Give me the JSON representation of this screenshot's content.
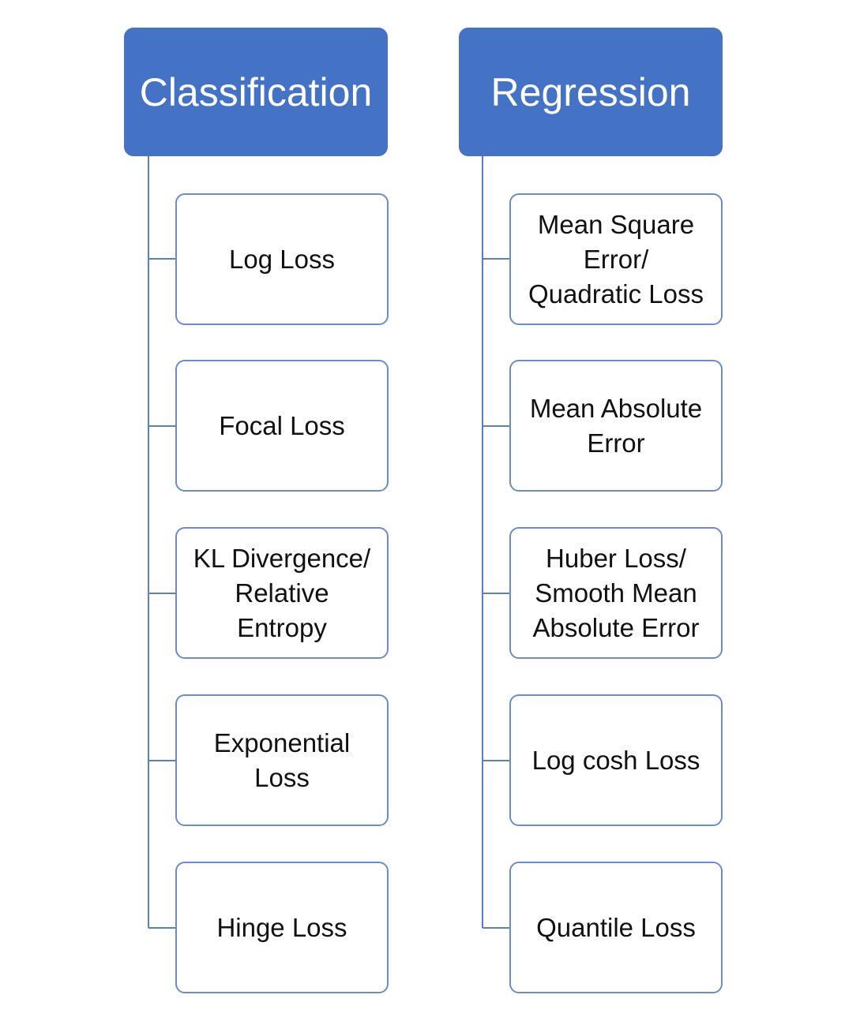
{
  "classification": {
    "title": "Classification",
    "items": [
      {
        "lines": [
          "Log Loss"
        ]
      },
      {
        "lines": [
          "Focal Loss"
        ]
      },
      {
        "lines": [
          "KL Divergence/",
          "Relative",
          "Entropy"
        ]
      },
      {
        "lines": [
          "Exponential",
          "Loss"
        ]
      },
      {
        "lines": [
          "Hinge Loss"
        ]
      }
    ]
  },
  "regression": {
    "title": "Regression",
    "items": [
      {
        "lines": [
          "Mean Square",
          "Error/",
          "Quadratic Loss"
        ]
      },
      {
        "lines": [
          "Mean Absolute",
          "Error"
        ]
      },
      {
        "lines": [
          "Huber Loss/",
          "Smooth Mean",
          "Absolute Error"
        ]
      },
      {
        "lines": [
          "Log cosh Loss"
        ]
      },
      {
        "lines": [
          "Quantile Loss"
        ]
      }
    ]
  },
  "colors": {
    "header_fill": "#4472c4",
    "header_text": "#ffffff",
    "connector": "#5b7fc1",
    "item_border": "#6b8ccc"
  }
}
